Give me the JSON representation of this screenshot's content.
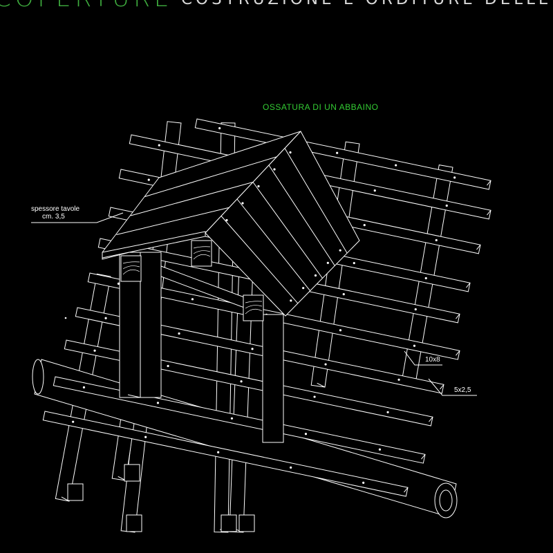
{
  "header": {
    "section_title": "COPERTURE",
    "drawing_title": "COSTRUZIONE E ORDITURE DELLE FALDE DI TETTO"
  },
  "drawing": {
    "title": "OSSATURA DI UN ABBAINO",
    "annotations": {
      "board_thickness_line1": "spessore tavole",
      "board_thickness_line2": "cm. 3,5",
      "rafter_size": "10x8",
      "batten_size": "5x2,5"
    },
    "colors": {
      "background": "#000000",
      "lines": "#ffffff",
      "title_green": "#33cc33",
      "header_green": "#3fae3f"
    }
  }
}
